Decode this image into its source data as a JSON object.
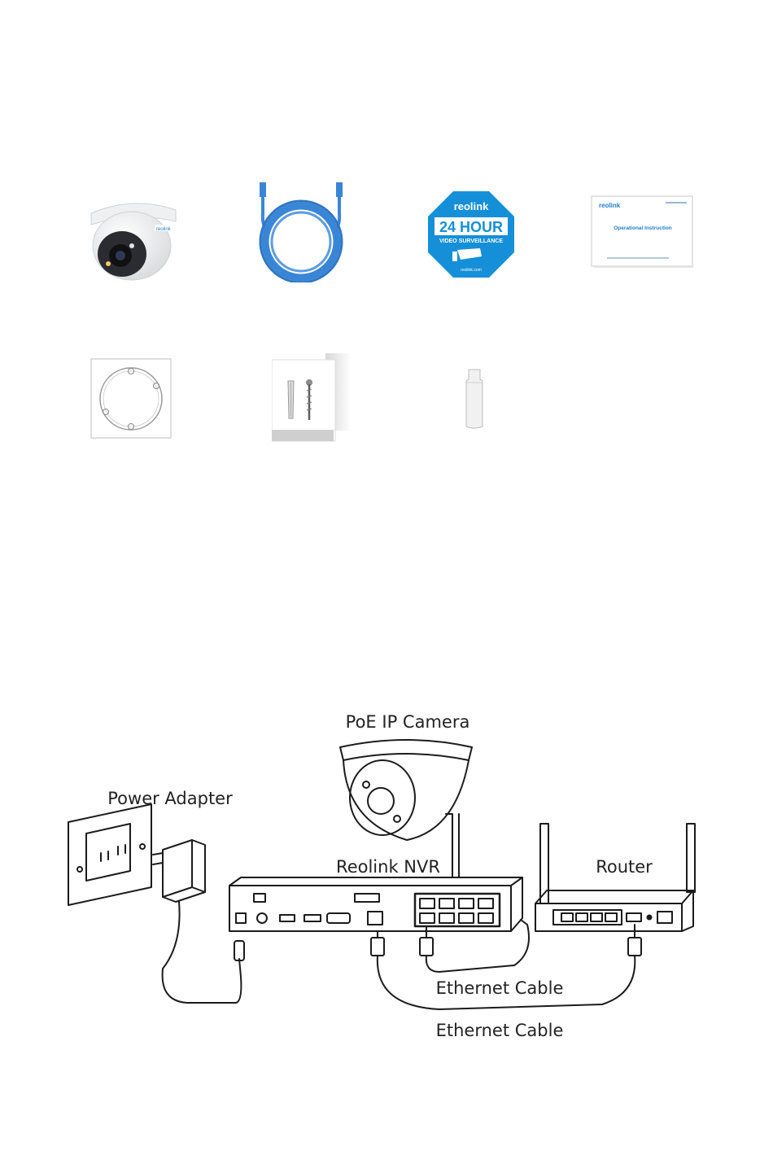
{
  "box_contents": {
    "row1": [
      {
        "name": "camera",
        "icon": "dome-camera-icon"
      },
      {
        "name": "network-cable",
        "icon": "ethernet-cable-icon"
      },
      {
        "name": "surveillance-sign",
        "icon": "sign-icon",
        "brand": "reolink",
        "line1": "24 HOUR",
        "line2": "VIDEO SURVEILLANCE",
        "footer": "reolink.com"
      },
      {
        "name": "operational-instruction",
        "icon": "booklet-icon",
        "brand": "reolink",
        "title": "Operational Instruction"
      }
    ],
    "row2": [
      {
        "name": "mounting-template",
        "icon": "template-icon"
      },
      {
        "name": "pack-of-screws",
        "icon": "screws-icon"
      },
      {
        "name": "waterproof-lid",
        "icon": "lid-icon"
      }
    ]
  },
  "camera_badge": "reolink",
  "diagram": {
    "camera_label": "PoE IP Camera",
    "power_label": "Power Adapter",
    "nvr_label": "Reolink NVR",
    "router_label": "Router",
    "cable_label_1": "Ethernet Cable",
    "cable_label_2": "Ethernet Cable"
  },
  "colors": {
    "reolink_blue": "#1a7fd0",
    "cable_blue": "#3a86d6",
    "sign_blue": "#1590d8"
  }
}
